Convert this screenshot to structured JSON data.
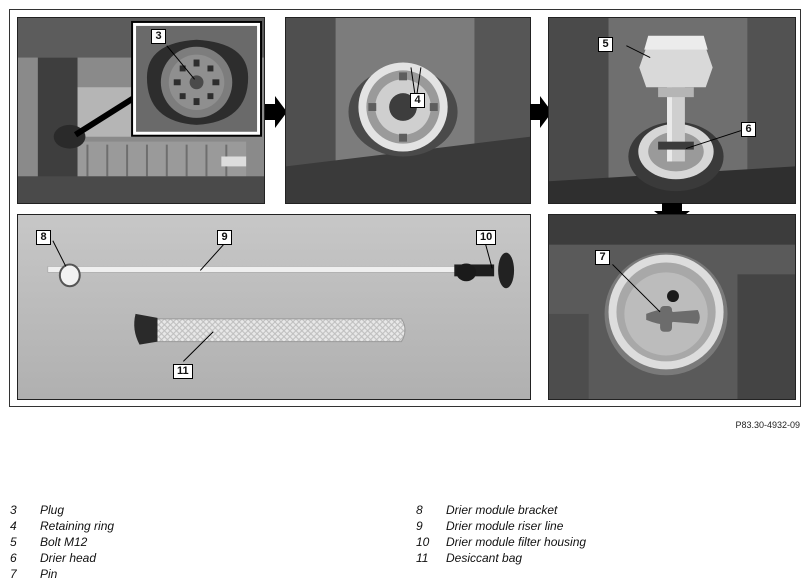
{
  "figure_ref": "P83.30-4932-09",
  "callouts": {
    "c3": "3",
    "c4": "4",
    "c5": "5",
    "c6": "6",
    "c7": "7",
    "c8": "8",
    "c9": "9",
    "c10": "10",
    "c11": "11"
  },
  "legend_left": [
    {
      "num": "3",
      "label": "Plug"
    },
    {
      "num": "4",
      "label": "Retaining ring"
    },
    {
      "num": "5",
      "label": "Bolt M12"
    },
    {
      "num": "6",
      "label": "Drier head"
    },
    {
      "num": "7",
      "label": "Pin"
    }
  ],
  "legend_right": [
    {
      "num": "8",
      "label": "Drier module bracket"
    },
    {
      "num": "9",
      "label": "Drier module riser line"
    },
    {
      "num": "10",
      "label": "Drier module filter housing"
    },
    {
      "num": "11",
      "label": "Desiccant bag"
    }
  ]
}
